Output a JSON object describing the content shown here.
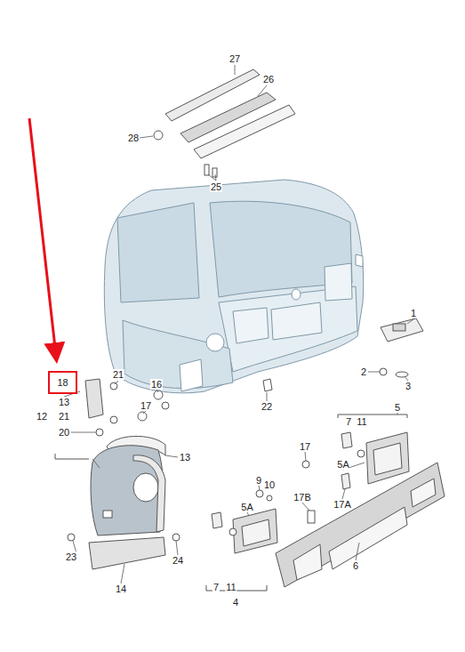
{
  "diagram": {
    "nodes": [
      {
        "text": [
          "18"
        ]
      }
    ],
    "labels": [
      "27",
      "26",
      "28",
      "25",
      "1",
      "21",
      "16",
      "2",
      "3",
      "13",
      "17",
      "22",
      "12",
      "21",
      "20",
      "13",
      "5",
      "7",
      "11",
      "17",
      "9",
      "10",
      "5A",
      "17A",
      "17B",
      "5A",
      "23",
      "24",
      "7",
      "11",
      "6",
      "14",
      "4"
    ]
  }
}
